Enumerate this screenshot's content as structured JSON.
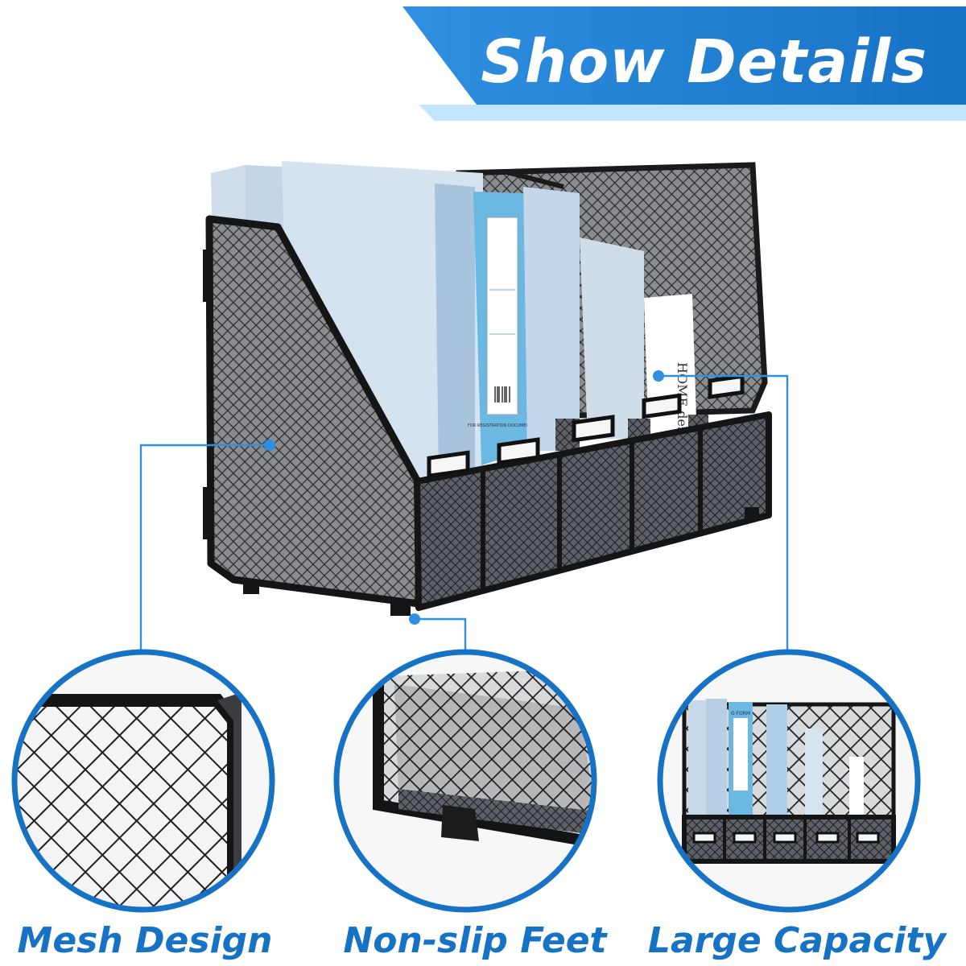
{
  "banner": {
    "title": "Show Details",
    "accent_color": "#1672c4",
    "light_color": "#3fa4ee"
  },
  "product": {
    "label_text": "FOR REGISTRATION DOCUMENTATION",
    "book_text": "HOME design",
    "mini_label": "G·FORM"
  },
  "features": [
    {
      "label": "Mesh Design",
      "icon": "mesh-closeup-image"
    },
    {
      "label": "Non-slip Feet",
      "icon": "foot-closeup-image"
    },
    {
      "label": "Large Capacity",
      "icon": "capacity-closeup-image"
    }
  ]
}
